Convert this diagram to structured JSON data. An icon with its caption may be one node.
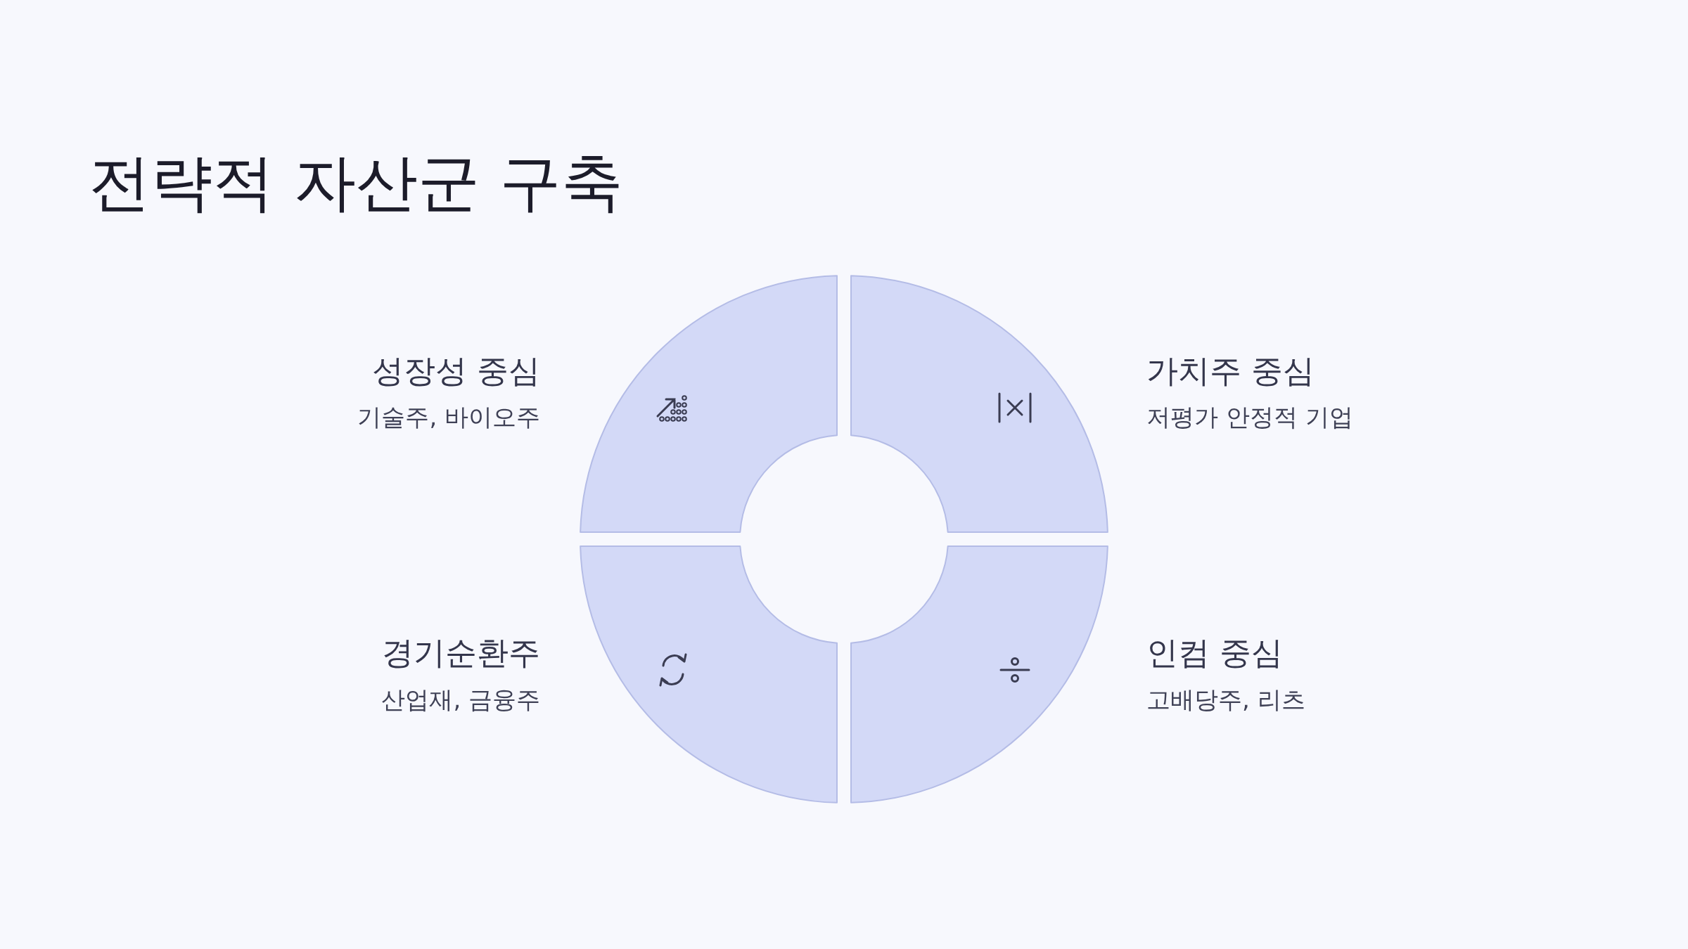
{
  "diagram": {
    "title": "전략적 자산군 구축",
    "nodes": [
      {
        "text": [
          "성장성 중심",
          "기술주, 바이오주"
        ]
      },
      {
        "text": [
          "가치주 중심",
          "저평가 안정적 기업"
        ]
      },
      {
        "text": [
          "경기순환주",
          "산업재, 금융주"
        ]
      },
      {
        "text": [
          "인컴 중심",
          "고배당주, 리츠"
        ]
      }
    ]
  }
}
